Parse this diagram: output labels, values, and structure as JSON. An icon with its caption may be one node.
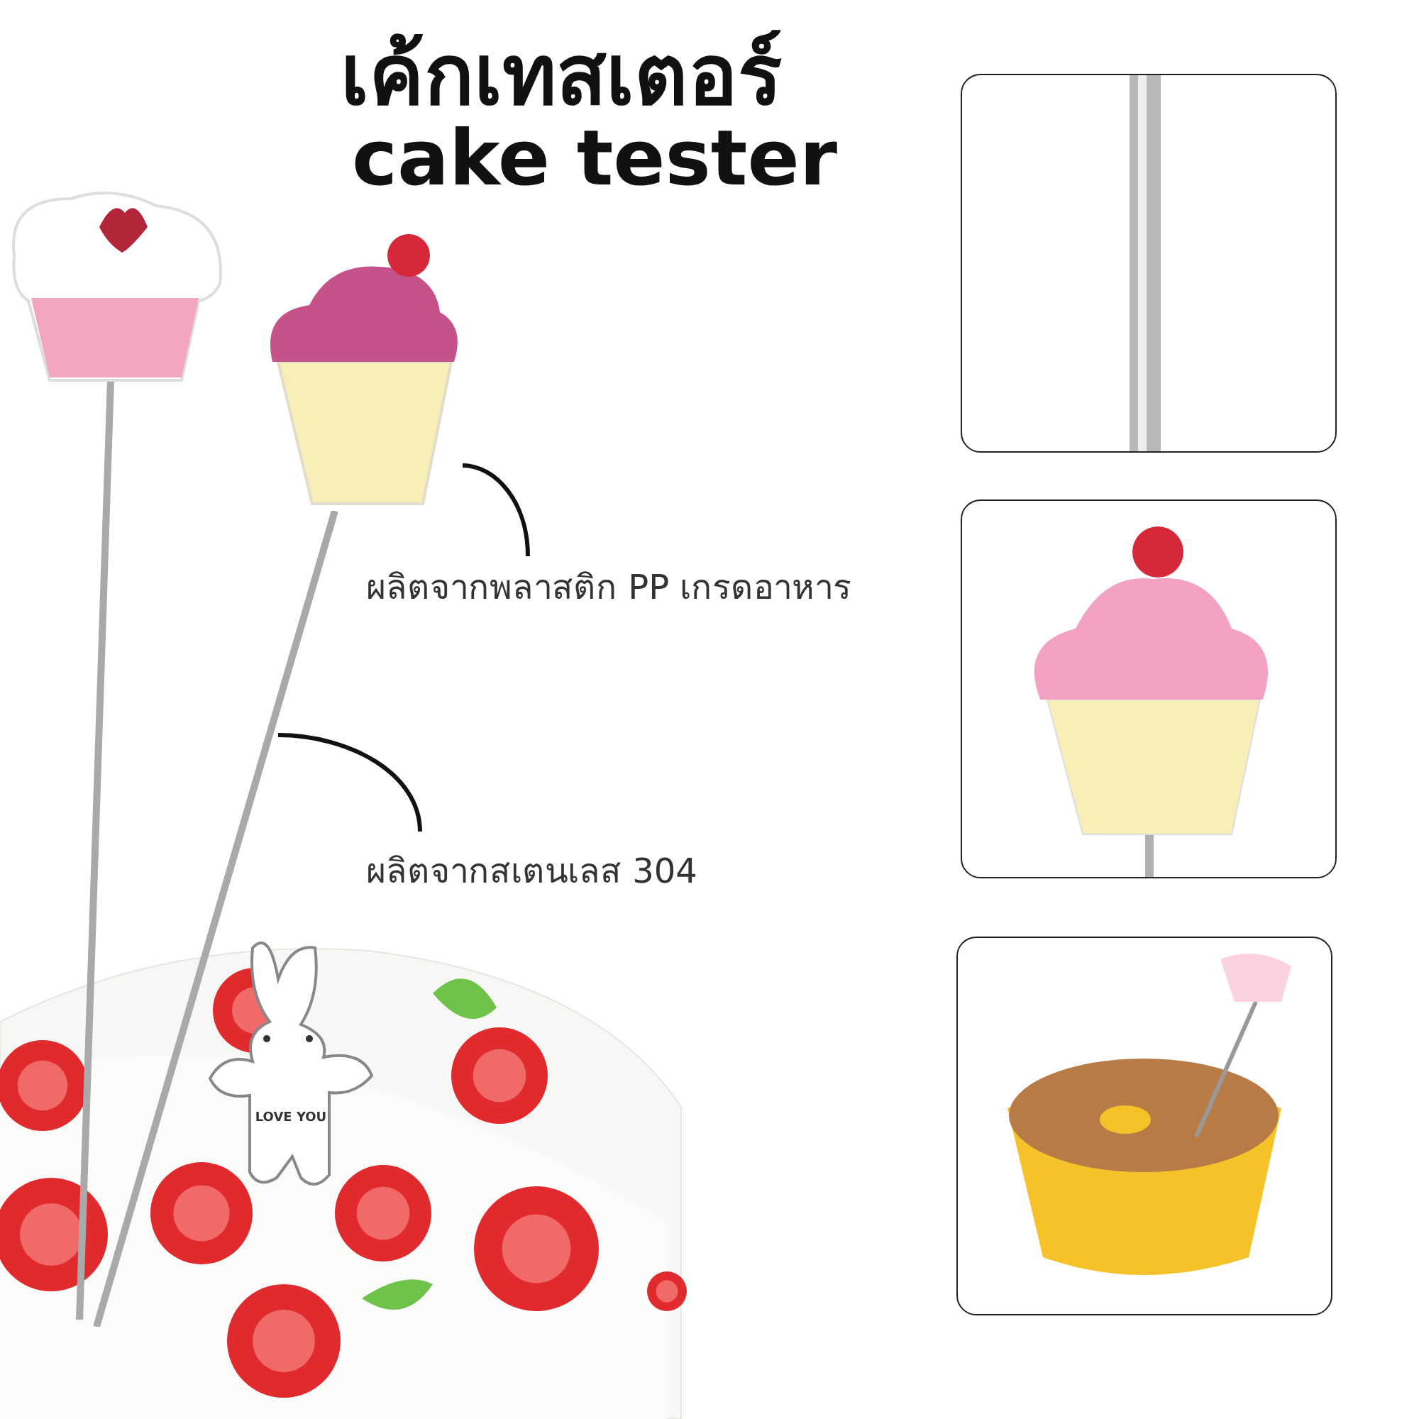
{
  "diagram": {
    "title": "เค้กเทสเตอร์",
    "nodes": [
      {
        "text": [
          "ผลิตจากพลาสติก PP เกรดอาหาร"
        ]
      },
      {
        "text": [],
        "shape": "picture"
      },
      {
        "text": [
          "ผลิตจากสเตนเลส 304"
        ]
      },
      {
        "text": [],
        "shape": "picture"
      }
    ],
    "edges": [
      {
        "from": 0,
        "to": 1,
        "arrow": "none"
      },
      {
        "from": 2,
        "to": 3,
        "arrow": "none"
      }
    ],
    "labels": [
      "cake tester",
      "LOVE YOU"
    ]
  }
}
